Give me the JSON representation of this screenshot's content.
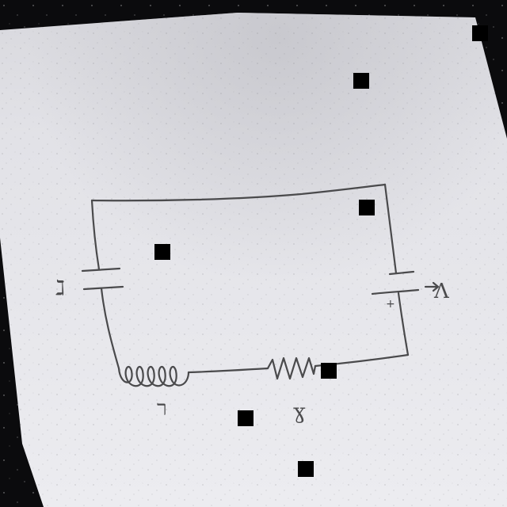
{
  "circuit": {
    "components": [
      {
        "kind": "capacitor",
        "label": "ℷ",
        "side": "left"
      },
      {
        "kind": "battery",
        "label": "Λ",
        "polarity_mark": "+",
        "side": "right"
      },
      {
        "kind": "inductor",
        "label": "ר",
        "side": "bottom"
      },
      {
        "kind": "resistor",
        "label": "ɣ",
        "side": "bottom"
      }
    ]
  },
  "colors": {
    "paper": "#e9e9ee",
    "ink": "#4a4a4c",
    "background": "#0b0b0d"
  }
}
